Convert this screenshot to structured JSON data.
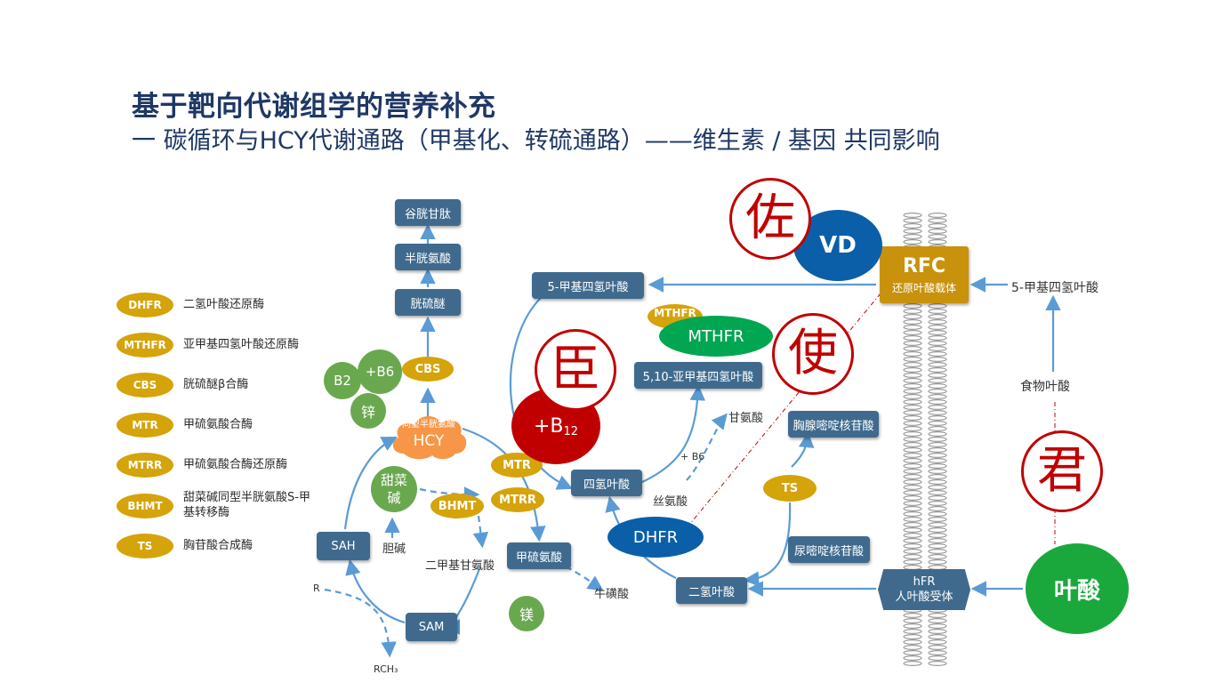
{
  "title": "基于靶向代谢组学的营养补充",
  "subtitle": "一 碳循环与HCY代谢通路（甲基化、转硫通路）——维生素 / 基因 共同影响",
  "legend": [
    {
      "abbr": "DHFR",
      "name": "二氢叶酸还原酶"
    },
    {
      "abbr": "MTHFR",
      "name": "亚甲基四氢叶酸还原酶"
    },
    {
      "abbr": "CBS",
      "name": "胱硫醚β合酶"
    },
    {
      "abbr": "MTR",
      "name": "甲硫氨酸合酶"
    },
    {
      "abbr": "MTRR",
      "name": "甲硫氨酸合酶还原酶"
    },
    {
      "abbr": "BHMT",
      "name": "甜菜碱同型半胱氨酸S-甲基转移酶"
    },
    {
      "abbr": "TS",
      "name": "胸苷酸合成酶"
    }
  ],
  "boxes": {
    "glutathione": "谷胱甘肽",
    "cysteine": "半胱氨酸",
    "cystathionine": "胱硫醚",
    "mthf5_top": "5-甲基四氢叶酸",
    "mthf510": "5,10-亚甲基四氢叶酸",
    "thf": "四氢叶酸",
    "methionine": "甲硫氨酸",
    "sah": "SAH",
    "sam": "SAM",
    "dhf": "二氢叶酸",
    "dtmp": "胸腺嘧啶核苷酸",
    "dump": "尿嘧啶核苷酸",
    "hfr_line1": "hFR",
    "hfr_line2": "人叶酸受体",
    "rfc": "RFC",
    "rfc_sub": "还原叶酸载体"
  },
  "enzymes": {
    "cbs": "CBS",
    "mtr": "MTR",
    "mtrr": "MTRR",
    "bhmt": "BHMT",
    "ts": "TS",
    "mthfr_small": "MTHFR",
    "mthfr_big": "MTHFR",
    "dhfr": "DHFR"
  },
  "cofactors": {
    "b2": "B2",
    "b6": "+B6",
    "zinc": "锌",
    "betaine": "甜菜碱",
    "magnesium": "镁",
    "vd": "VD",
    "b12": "+B",
    "b12_sub": "12",
    "folic_acid": "叶酸"
  },
  "hcy": {
    "line1": "同型半胱氨酸",
    "line2": "HCY"
  },
  "labels": {
    "choline": "胆碱",
    "dmg": "二甲基甘氨酸",
    "taurine": "牛磺酸",
    "r": "R",
    "rch3": "RCH₃",
    "glycine": "甘氨酸",
    "b6_plus": "+ B6",
    "serine": "丝氨酸",
    "mthf5_right": "5-甲基四氢叶酸",
    "food_folate": "食物叶酸"
  },
  "marks": {
    "zuo": "佐",
    "chen": "臣",
    "shi": "使",
    "jun": "君"
  },
  "colors": {
    "box": "#3f6a8e",
    "enzyme": "#d5a30a",
    "cofactor": "#6aa84f",
    "arrow": "#5b9bd5",
    "accent_red": "#c00000",
    "vd_blue": "#0a5fa8",
    "folate_green": "#00a651",
    "title": "#1f3864"
  }
}
